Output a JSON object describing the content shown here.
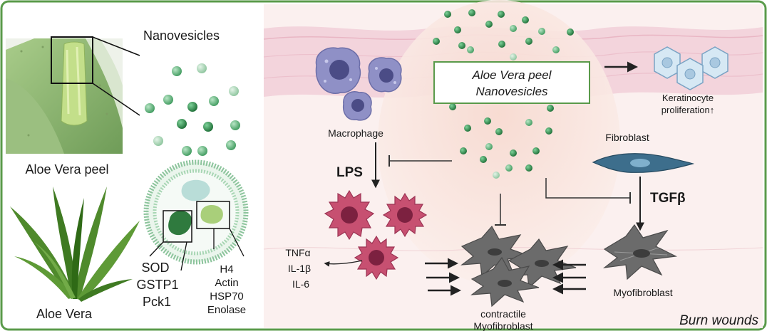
{
  "left_panel": {
    "nanovesicles_label": "Nanovesicles",
    "peel_label": "Aloe Vera peel",
    "plant_label": "Aloe Vera",
    "proteins_left": [
      "SOD",
      "GSTP1",
      "Pck1"
    ],
    "proteins_right": [
      "H4",
      "Actin",
      "HSP70",
      "Enolase"
    ]
  },
  "right_panel": {
    "box_label_line1": "Aloe Vera peel",
    "box_label_line2": "Nanovesicles",
    "macrophage_label": "Macrophage",
    "lps_label": "LPS",
    "cytokines": [
      "TNFα",
      "IL-1β",
      "IL-6"
    ],
    "keratinocyte_line1": "Keratinocyte",
    "keratinocyte_line2": "proliferation↑",
    "fibroblast_label": "Fibroblast",
    "tgf_label": "TGFβ",
    "myofibroblast_label": "Myofibroblast",
    "contractile_line1": "contractile",
    "contractile_line2": "Myofibroblast",
    "burn_label": "Burn wounds"
  },
  "colors": {
    "frame_green": "#5a9a4a",
    "skin_pink": "#f6dde1",
    "vesicle_dark": "#2f8a4a",
    "vesicle_light": "#a8d6b4",
    "macrophage": "#7d7fb8",
    "activated_macrophage": "#c2476a",
    "fibroblast": "#3d6e8c",
    "myofibroblast": "#6b6b6b",
    "keratinocyte": "#b8d4e6"
  }
}
